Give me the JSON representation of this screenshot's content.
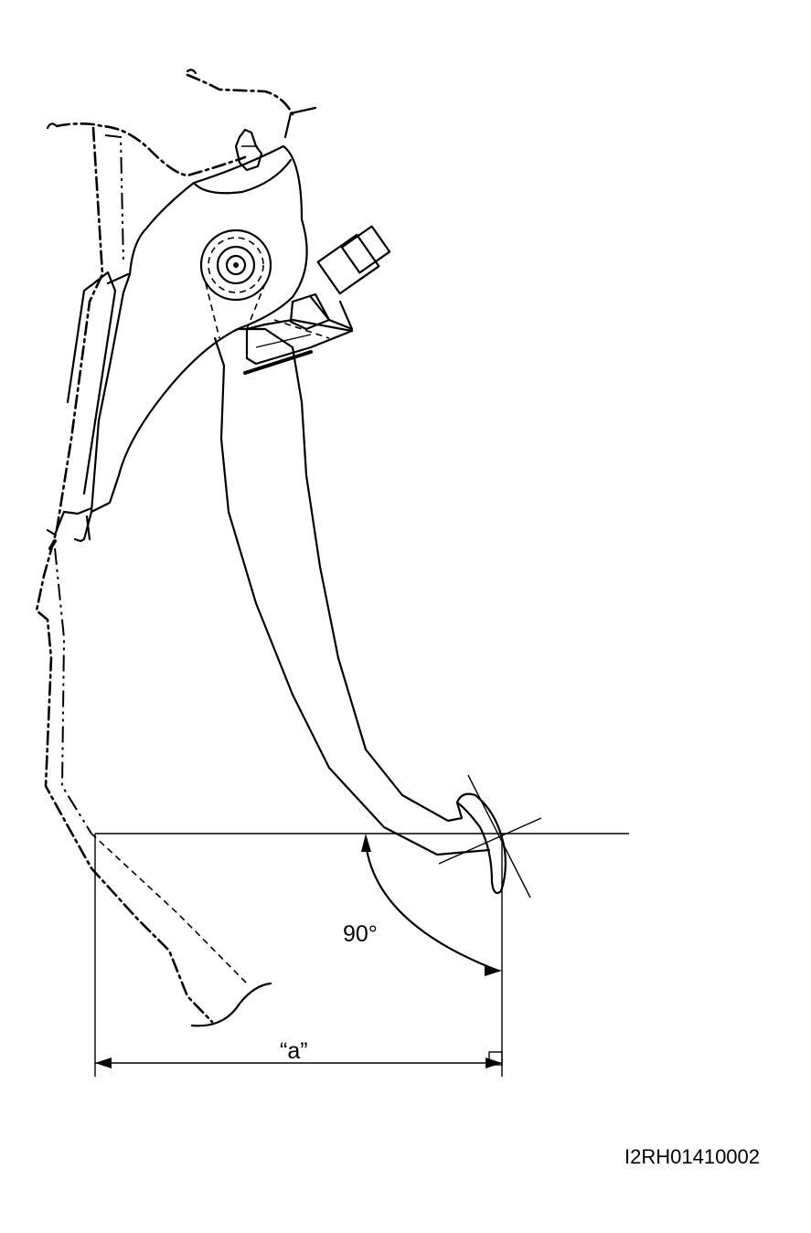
{
  "labels": {
    "angle": "90°",
    "dimension": "“a”",
    "figure_code": "I2RH01410002"
  },
  "colors": {
    "ink": "#000000",
    "paper": "#ffffff"
  }
}
